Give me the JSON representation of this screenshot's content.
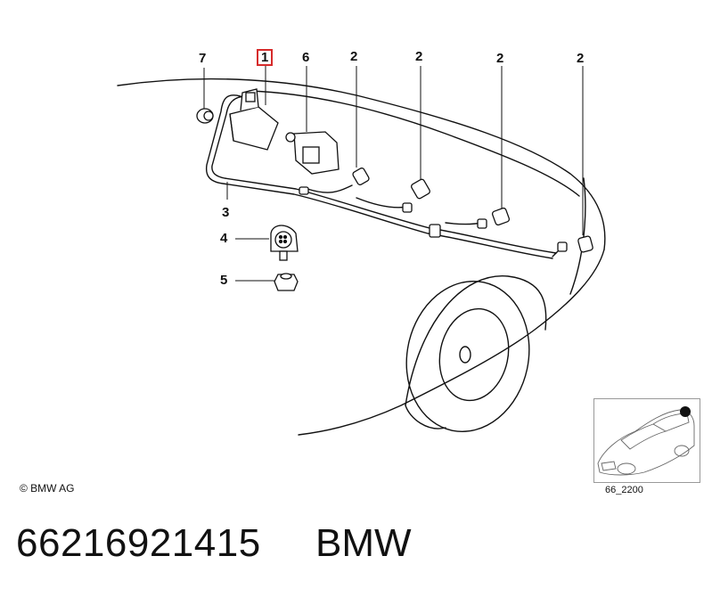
{
  "callouts": {
    "item_7": "7",
    "item_1": "1",
    "item_6": "6",
    "item_2a": "2",
    "item_2b": "2",
    "item_2c": "2",
    "item_2d": "2",
    "item_3": "3",
    "item_4": "4",
    "item_5": "5"
  },
  "copyright": "© BMW AG",
  "thumbnail_code": "66_2200",
  "footer": {
    "part_number": "66216921415",
    "brand": "BMW"
  },
  "colors": {
    "line": "#111111",
    "highlight_box": "#d62b2b"
  }
}
